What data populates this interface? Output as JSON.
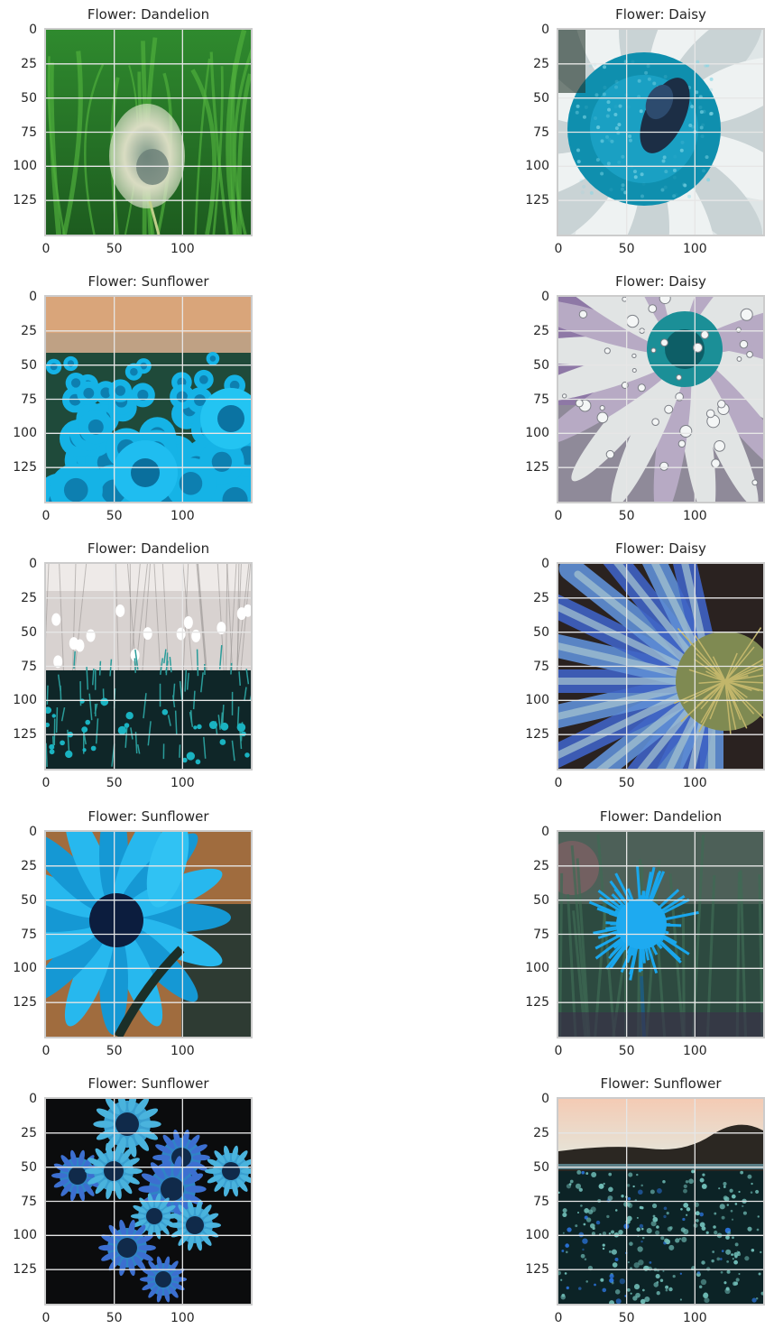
{
  "figure": {
    "panels": [
      {
        "title": "Flower: Dandelion",
        "scene": "dandelion-seedhead-in-grass"
      },
      {
        "title": "Flower: Daisy",
        "scene": "daisy-with-bee-closeup"
      },
      {
        "title": "Flower: Sunflower",
        "scene": "sunflower-field-tinted-sky"
      },
      {
        "title": "Flower: Daisy",
        "scene": "daisy-with-water-drops"
      },
      {
        "title": "Flower: Dandelion",
        "scene": "dandelion-meadow-pale-sky"
      },
      {
        "title": "Flower: Daisy",
        "scene": "daisy-petals-macro"
      },
      {
        "title": "Flower: Sunflower",
        "scene": "sunflower-closeup-brown-background"
      },
      {
        "title": "Flower: Dandelion",
        "scene": "dandelion-bloom-dark-background"
      },
      {
        "title": "Flower: Sunflower",
        "scene": "sunflower-bouquet-dark"
      },
      {
        "title": "Flower: Sunflower",
        "scene": "sunflower-field-sunset-hills"
      }
    ],
    "x_ticks": [
      "0",
      "50",
      "100"
    ],
    "y_ticks": [
      "0",
      "25",
      "50",
      "75",
      "100",
      "125"
    ],
    "axis_range": [
      0,
      150
    ]
  }
}
